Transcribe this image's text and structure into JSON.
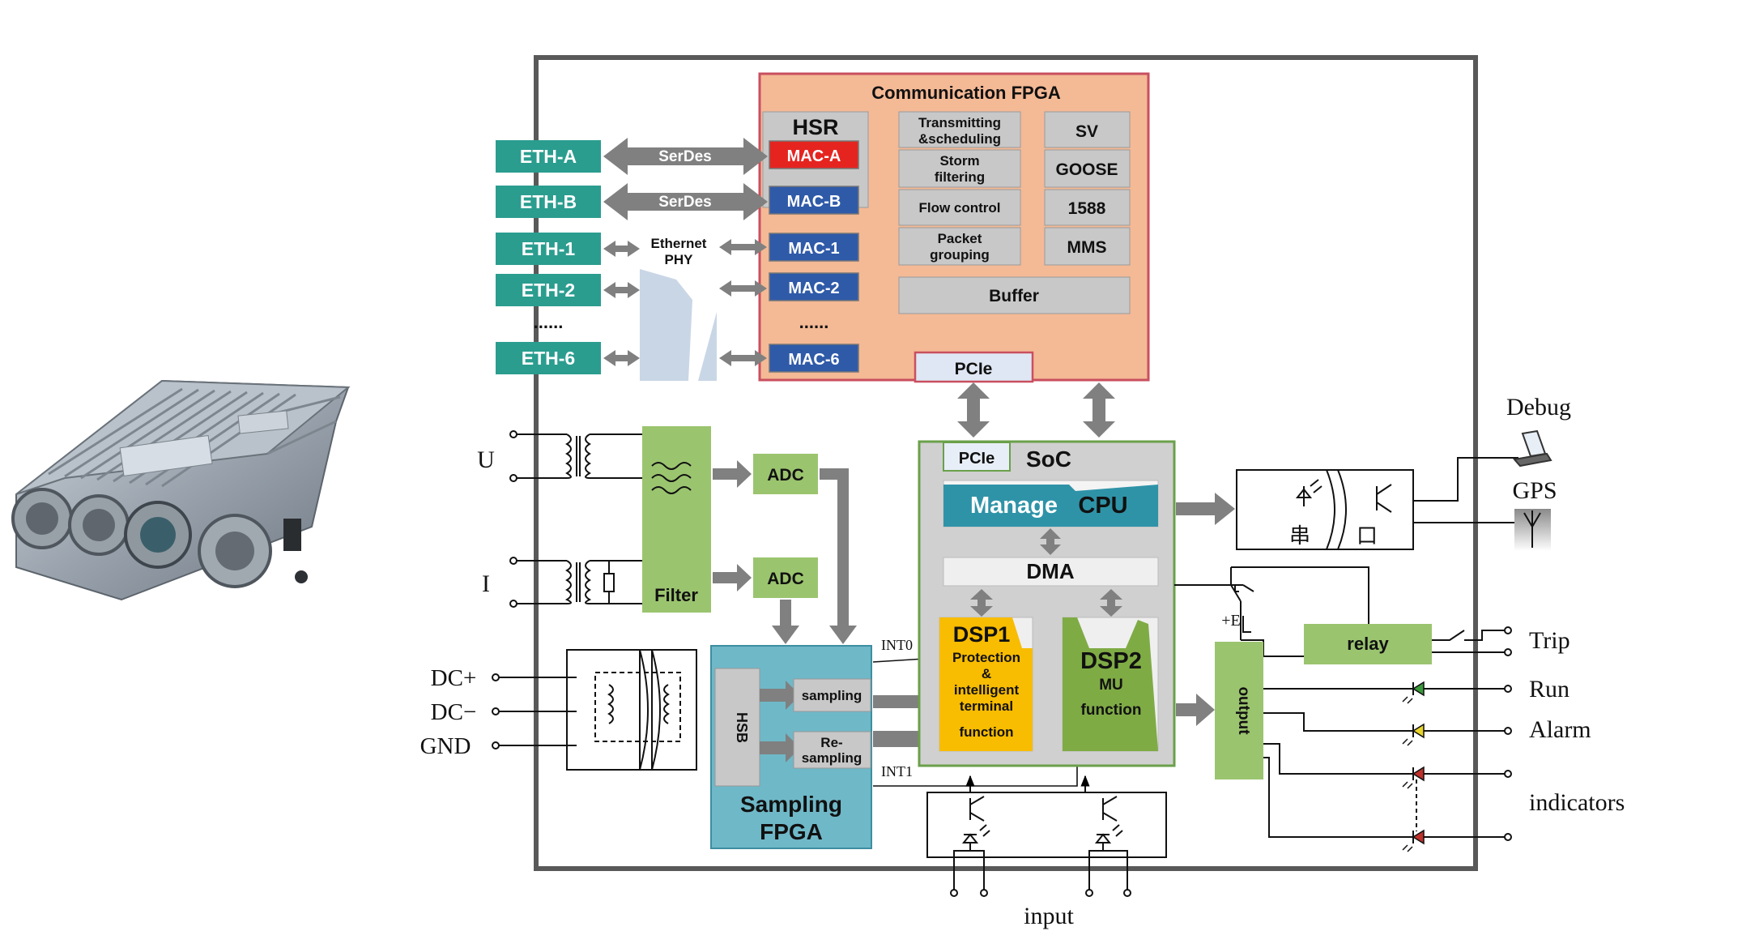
{
  "comm_fpga": {
    "title": "Communication FPGA",
    "hsr": "HSR",
    "macs": [
      "MAC-A",
      "MAC-B",
      "MAC-1",
      "MAC-2",
      "MAC-6"
    ],
    "dots": "......",
    "functions": [
      [
        "Transmitting",
        "&scheduling"
      ],
      [
        "Storm",
        "filtering"
      ],
      [
        "Flow control"
      ],
      [
        "Packet",
        "grouping"
      ]
    ],
    "protocols": [
      "SV",
      "GOOSE",
      "1588",
      "MMS"
    ],
    "buffer": "Buffer",
    "pcie": "PCIe"
  },
  "eth": {
    "ports": [
      "ETH-A",
      "ETH-B",
      "ETH-1",
      "ETH-2",
      "ETH-6"
    ],
    "dots": "......",
    "serdes": "SerDes",
    "phy": [
      "Ethernet",
      "PHY"
    ]
  },
  "analog": {
    "u": "U",
    "i": "I",
    "filter": "Filter",
    "adc": "ADC",
    "dc_plus": "DC+",
    "dc_minus": "DC−",
    "gnd": "GND"
  },
  "sampling_fpga": {
    "title_line1": "Sampling",
    "title_line2": "FPGA",
    "hsb": "HSB",
    "sampling": "sampling",
    "resampling": [
      "Re-",
      "sampling"
    ],
    "int0": "INT0",
    "int1": "INT1"
  },
  "soc": {
    "pcie": "PCIe",
    "title": "SoC",
    "manage": "Manage",
    "cpu": "CPU",
    "dma": "DMA",
    "dsp1_title": "DSP1",
    "dsp1_lines": [
      "Protection",
      "&",
      "intelligent",
      "terminal",
      "function"
    ],
    "dsp2_title": "DSP2",
    "dsp2_lines": [
      "MU",
      "function"
    ]
  },
  "io": {
    "debug": "Debug",
    "gps": "GPS",
    "chuan": "串",
    "kou": "口",
    "e": "+E",
    "relay": "relay",
    "output": "output",
    "trip": "Trip",
    "run": "Run",
    "alarm": "Alarm",
    "indicators": "indicators",
    "input": "input"
  },
  "colors": {
    "eth_teal": "#2a9d8f",
    "comm_fpga_bg": "#f4b995",
    "mac_blue": "#2f5aa8",
    "mac_red": "#e52420",
    "soc_gray": "#d0d0d0",
    "filter_green": "#9bc46f",
    "sampling_cyan": "#6fb8c8",
    "dsp1_yellow": "#f8bc00",
    "dsp2_green": "#7fab45",
    "manage_teal": "#2f93a8",
    "led_run": "#3a9a3a",
    "led_alarm": "#e8d42a",
    "led_indicator": "#c0302a"
  }
}
